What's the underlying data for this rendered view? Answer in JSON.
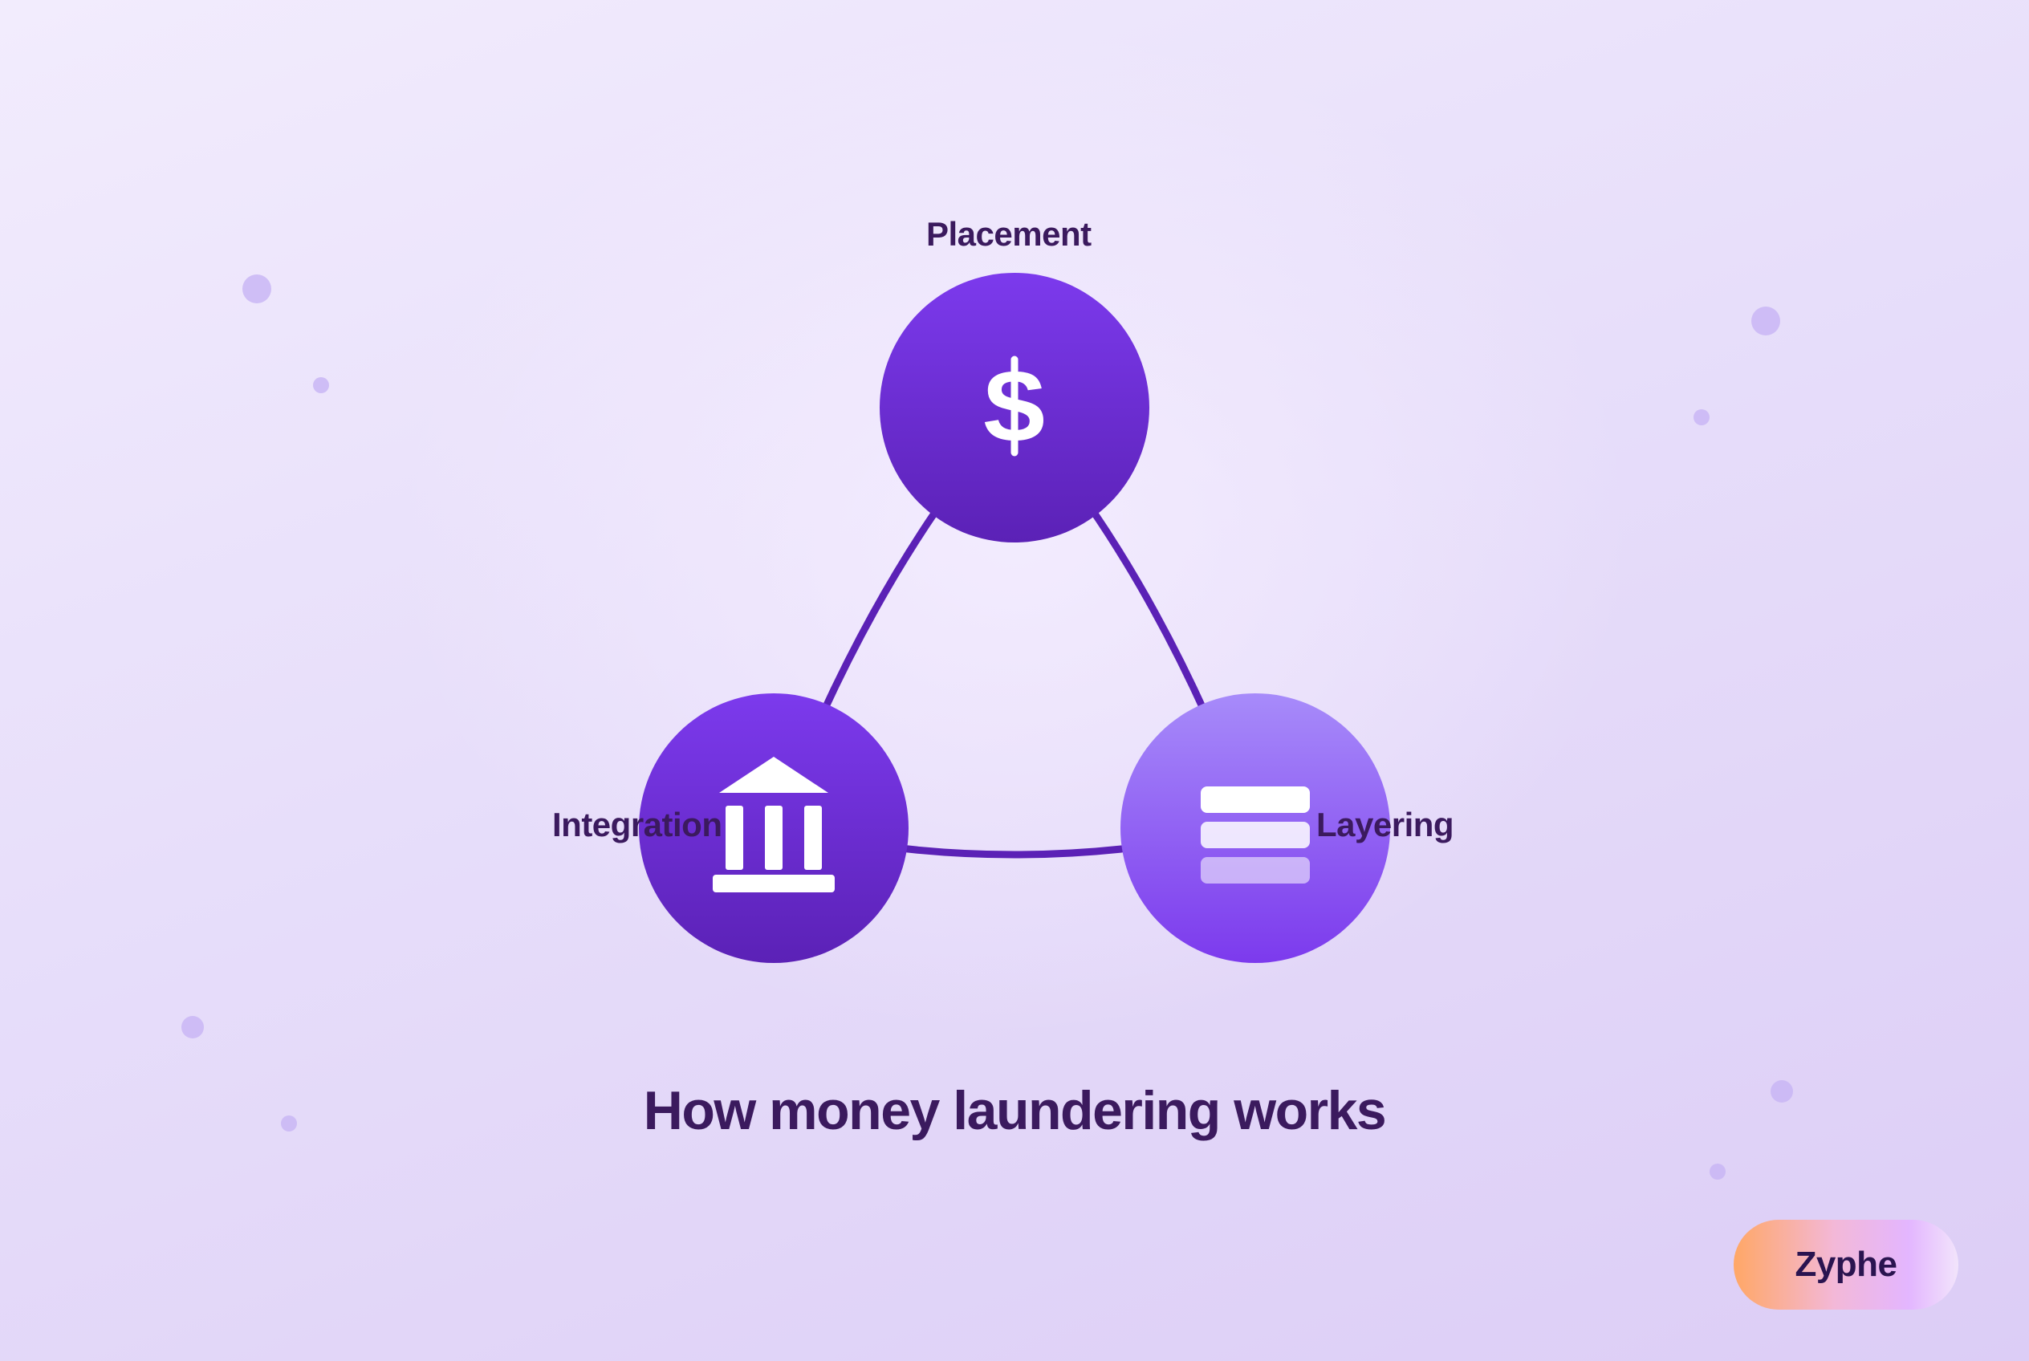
{
  "diagram": {
    "title": "How money laundering works",
    "nodes": [
      {
        "id": "placement",
        "label": "Placement",
        "icon": "dollar-icon"
      },
      {
        "id": "layering",
        "label": "Layering",
        "icon": "stacked-layers-icon"
      },
      {
        "id": "integration",
        "label": "Integration",
        "icon": "bank-icon"
      }
    ],
    "edges": [
      {
        "from": "placement",
        "to": "layering"
      },
      {
        "from": "layering",
        "to": "integration"
      },
      {
        "from": "integration",
        "to": "placement"
      }
    ]
  },
  "brand": {
    "name": "Zyphe"
  },
  "colors": {
    "accent": "#7c3aed",
    "accent_dark": "#5b21b6",
    "accent_light": "#a78bfa",
    "connector": "#5b21b6",
    "text": "#3b1a5e"
  }
}
